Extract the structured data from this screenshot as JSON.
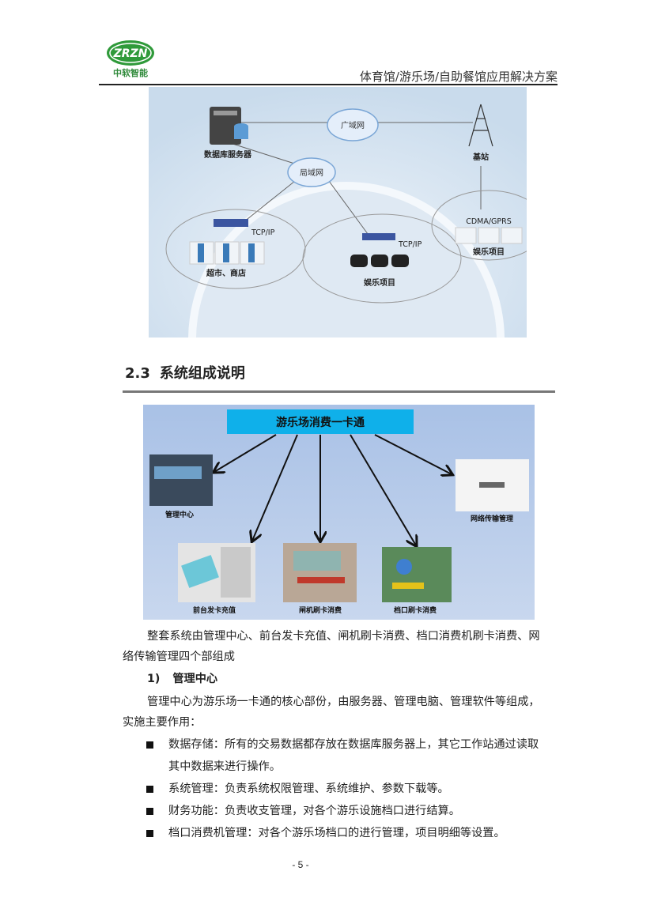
{
  "header": {
    "logo_text": "ZRZN",
    "logo_subtext": "中软智能",
    "doc_title": "体育馆/游乐场/自助餐馆应用解决方案"
  },
  "figure1": {
    "db_server": "数据库服务器",
    "wan": "广域网",
    "lan": "局域网",
    "base_station": "基站",
    "tcpip_left": "TCP/IP",
    "tcpip_mid": "TCP/IP",
    "left_group": "超市、商店",
    "mid_group": "娱乐项目",
    "cdma": "CDMA/GPRS",
    "right_group": "娱乐项目"
  },
  "section": {
    "number": "2.3",
    "title": "系统组成说明"
  },
  "figure2": {
    "title": "游乐场消费一卡通",
    "nodes": [
      "管理中心",
      "网络传输管理",
      "前台发卡充值",
      "闸机刷卡消费",
      "档口刷卡消费"
    ],
    "accent": "#0fb0ea"
  },
  "body": {
    "intro_line1": "整套系统由管理中心、前台发卡充值、闸机刷卡消费、档口消费机刷卡消费、网",
    "intro_line2": "络传输管理四个部组成",
    "sub1_num": "1)",
    "sub1_title": "管理中心",
    "para_line1": "管理中心为游乐场一卡通的核心部份，由服务器、管理电脑、管理软件等组成，",
    "para_line2": "实施主要作用：",
    "bullets": [
      {
        "line1": "数据存储：所有的交易数据都存放在数据库服务器上，其它工作站通过读取",
        "line2": "其中数据来进行操作。"
      },
      {
        "line1": "系统管理：负责系统权限管理、系统维护、参数下载等。"
      },
      {
        "line1": "财务功能：负责收支管理，对各个游乐设施档口进行结算。"
      },
      {
        "line1": "档口消费机管理：对各个游乐场档口的进行管理，项目明细等设置。"
      }
    ]
  },
  "footer": {
    "page_number": "- 5 -"
  }
}
